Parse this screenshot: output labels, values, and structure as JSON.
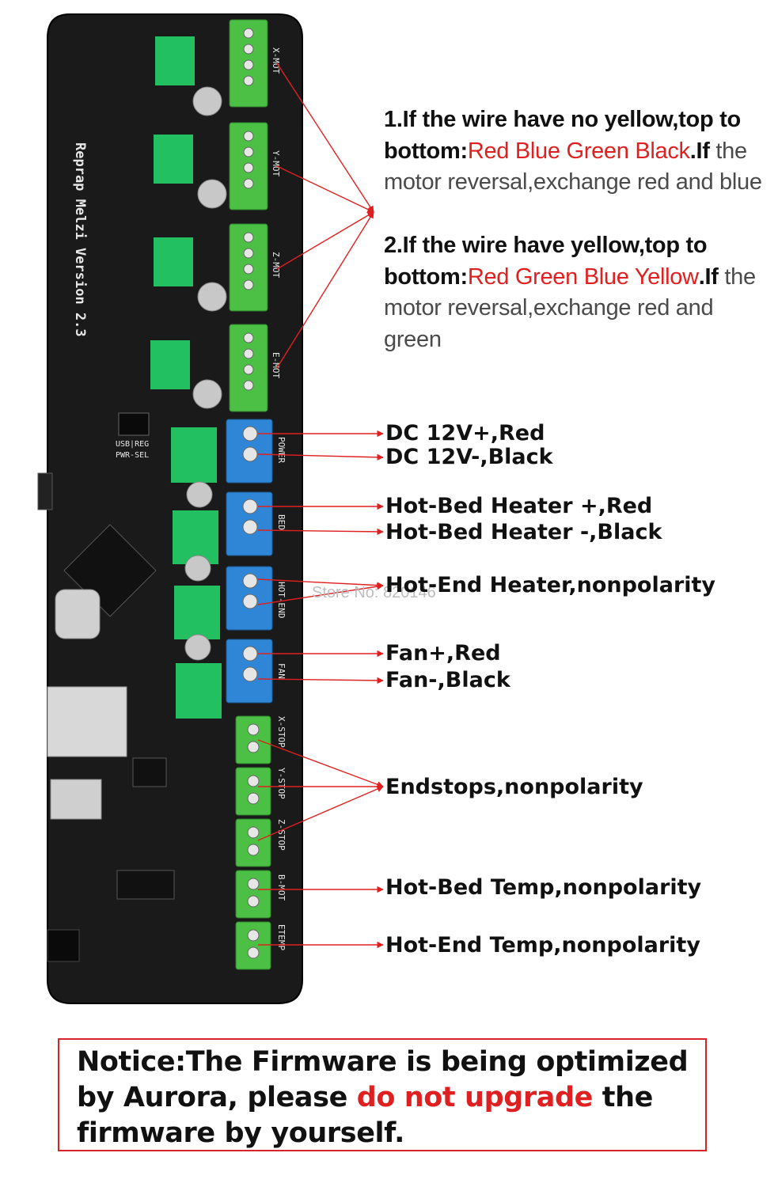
{
  "board": {
    "title": "Reprap Melzi Version 2.3",
    "silk": {
      "xmot": "X-MOT",
      "ymot": "Y-MOT",
      "zmot": "Z-MOT",
      "emot": "E-MOT",
      "power": "POWER",
      "bed": "BED",
      "hotend": "HOT-END",
      "fan": "FAN",
      "xstop": "X-STOP",
      "ystop": "Y-STOP",
      "zstop": "Z-STOP",
      "bmot": "B-MOT",
      "etemp": "ETEMP",
      "usbreg": "USB|REG",
      "pwrsel": "PWR-SEL"
    }
  },
  "instructions": {
    "p1_a": "1.If the wire have no yellow,top to bottom:",
    "p1_colors": "Red Blue Green Black",
    "p1_b": ".If",
    "p1_c": "the motor reversal,exchange red and blue",
    "p2_a": "2.If the wire have yellow,top to bottom:",
    "p2_colors": "Red Green Blue Yellow",
    "p2_b": ".If",
    "p2_c": "the motor reversal,exchange red and green"
  },
  "labels": {
    "dc_pos": "DC 12V+,Red",
    "dc_neg": "DC 12V-,Black",
    "bed_pos": "Hot-Bed Heater +,Red",
    "bed_neg": "Hot-Bed Heater -,Black",
    "hotend_heater": "Hot-End Heater,nonpolarity",
    "fan_pos": "Fan+,Red",
    "fan_neg": "Fan-,Black",
    "endstops": "Endstops,nonpolarity",
    "bed_temp": "Hot-Bed Temp,nonpolarity",
    "end_temp": "Hot-End Temp,nonpolarity"
  },
  "watermark": "Store No: 820146",
  "notice": {
    "part1": "Notice:The Firmware is being optimized by Aurora, please ",
    "highlight": "do not upgrade",
    "part2": " the firmware by yourself."
  },
  "colors": {
    "pcb": "#1a1a1a",
    "terminal_green": "#4cbf45",
    "terminal_blue": "#2f86d6",
    "heatsink_green": "#22c060",
    "arrow": "#e02020",
    "accent_red": "#e02020",
    "notice_border": "#d9232a"
  }
}
